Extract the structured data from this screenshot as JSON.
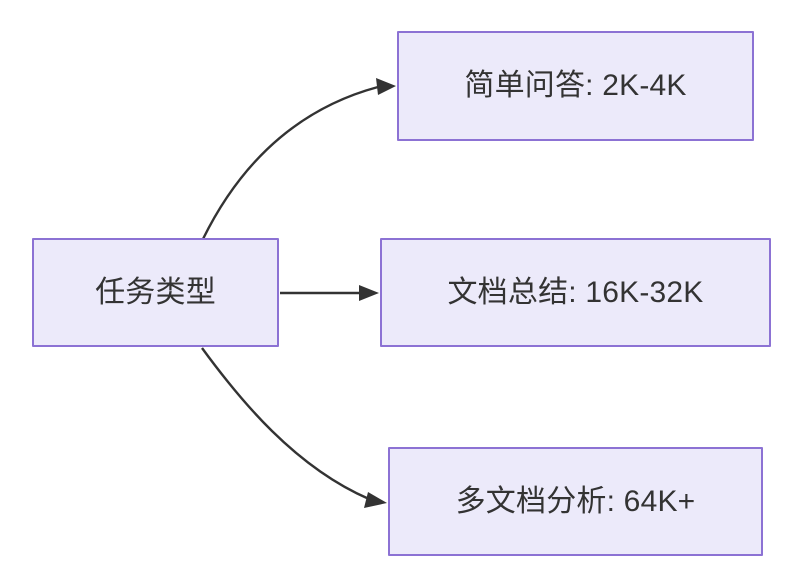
{
  "diagram": {
    "type": "flowchart",
    "direction": "left-to-right",
    "background_color": "#ffffff",
    "node_fill_color": "#ECEAFA",
    "node_border_color": "#8C72D4",
    "node_text_color": "#333333",
    "edge_color": "#333333",
    "nodes": [
      {
        "id": "root",
        "label": "任务类型",
        "role": "source"
      },
      {
        "id": "simple_qa",
        "label": "简单问答: 2K-4K",
        "role": "target"
      },
      {
        "id": "doc_summary",
        "label": "文档总结: 16K-32K",
        "role": "target"
      },
      {
        "id": "multi_doc",
        "label": "多文档分析: 64K+",
        "role": "target"
      }
    ],
    "edges": [
      {
        "from": "root",
        "to": "simple_qa",
        "style": "curved",
        "arrow": "arrow-head-icon"
      },
      {
        "from": "root",
        "to": "doc_summary",
        "style": "straight",
        "arrow": "arrow-head-icon"
      },
      {
        "from": "root",
        "to": "multi_doc",
        "style": "curved",
        "arrow": "arrow-head-icon"
      }
    ]
  }
}
